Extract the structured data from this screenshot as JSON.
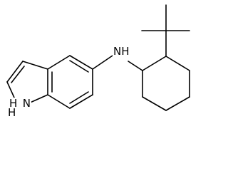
{
  "molecule": {
    "atom_labels": {
      "amine": "NH",
      "indole_nh": "H N",
      "indole_h": "H"
    }
  }
}
